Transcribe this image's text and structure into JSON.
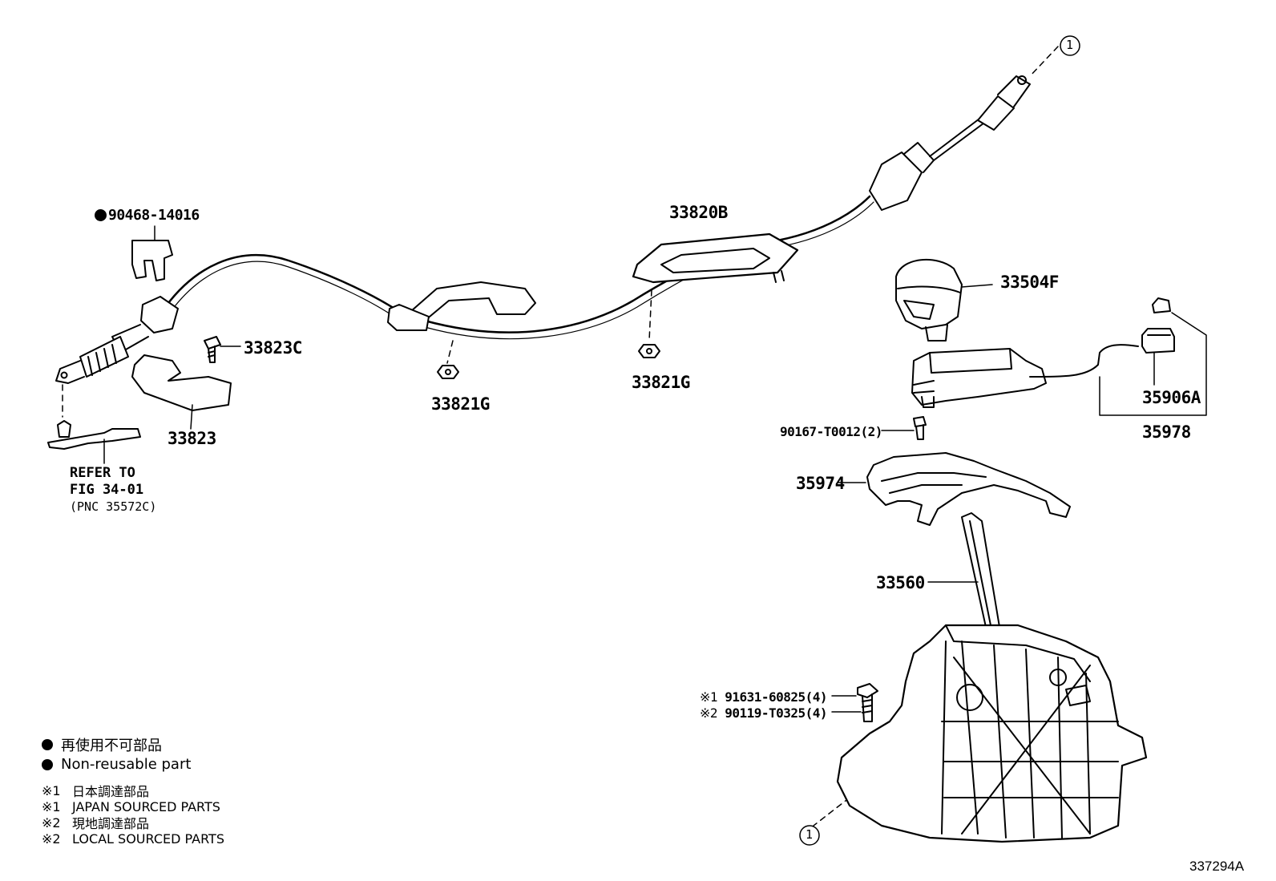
{
  "parts": {
    "p_90468": "90468-14016",
    "p_33820B": "33820B",
    "p_33504F": "33504F",
    "p_33823C": "33823C",
    "p_33823": "33823",
    "p_33821G_left": "33821G",
    "p_33821G_right": "33821G",
    "p_35906A": "35906A",
    "p_35978": "35978",
    "p_90167": "90167-T0012(2)",
    "p_35974": "35974",
    "p_33560": "33560",
    "p_91631_mark": "※1",
    "p_91631": "91631-60825(4)",
    "p_90119_mark": "※2",
    "p_90119": "90119-T0325(4)"
  },
  "reference": {
    "line1": "REFER TO",
    "line2": "FIG 34-01",
    "line3": "(PNC 35572C)"
  },
  "connector_mark": "1",
  "legend": {
    "nonreusable_jp": "再使用不可部品",
    "nonreusable_en": "Non-reusable part",
    "notes": [
      {
        "mark": "※1",
        "text": "日本調達部品"
      },
      {
        "mark": "※1",
        "text": "JAPAN SOURCED PARTS"
      },
      {
        "mark": "※2",
        "text": "現地調達部品"
      },
      {
        "mark": "※2",
        "text": "LOCAL SOURCED PARTS"
      }
    ]
  },
  "figure_id": "337294A"
}
